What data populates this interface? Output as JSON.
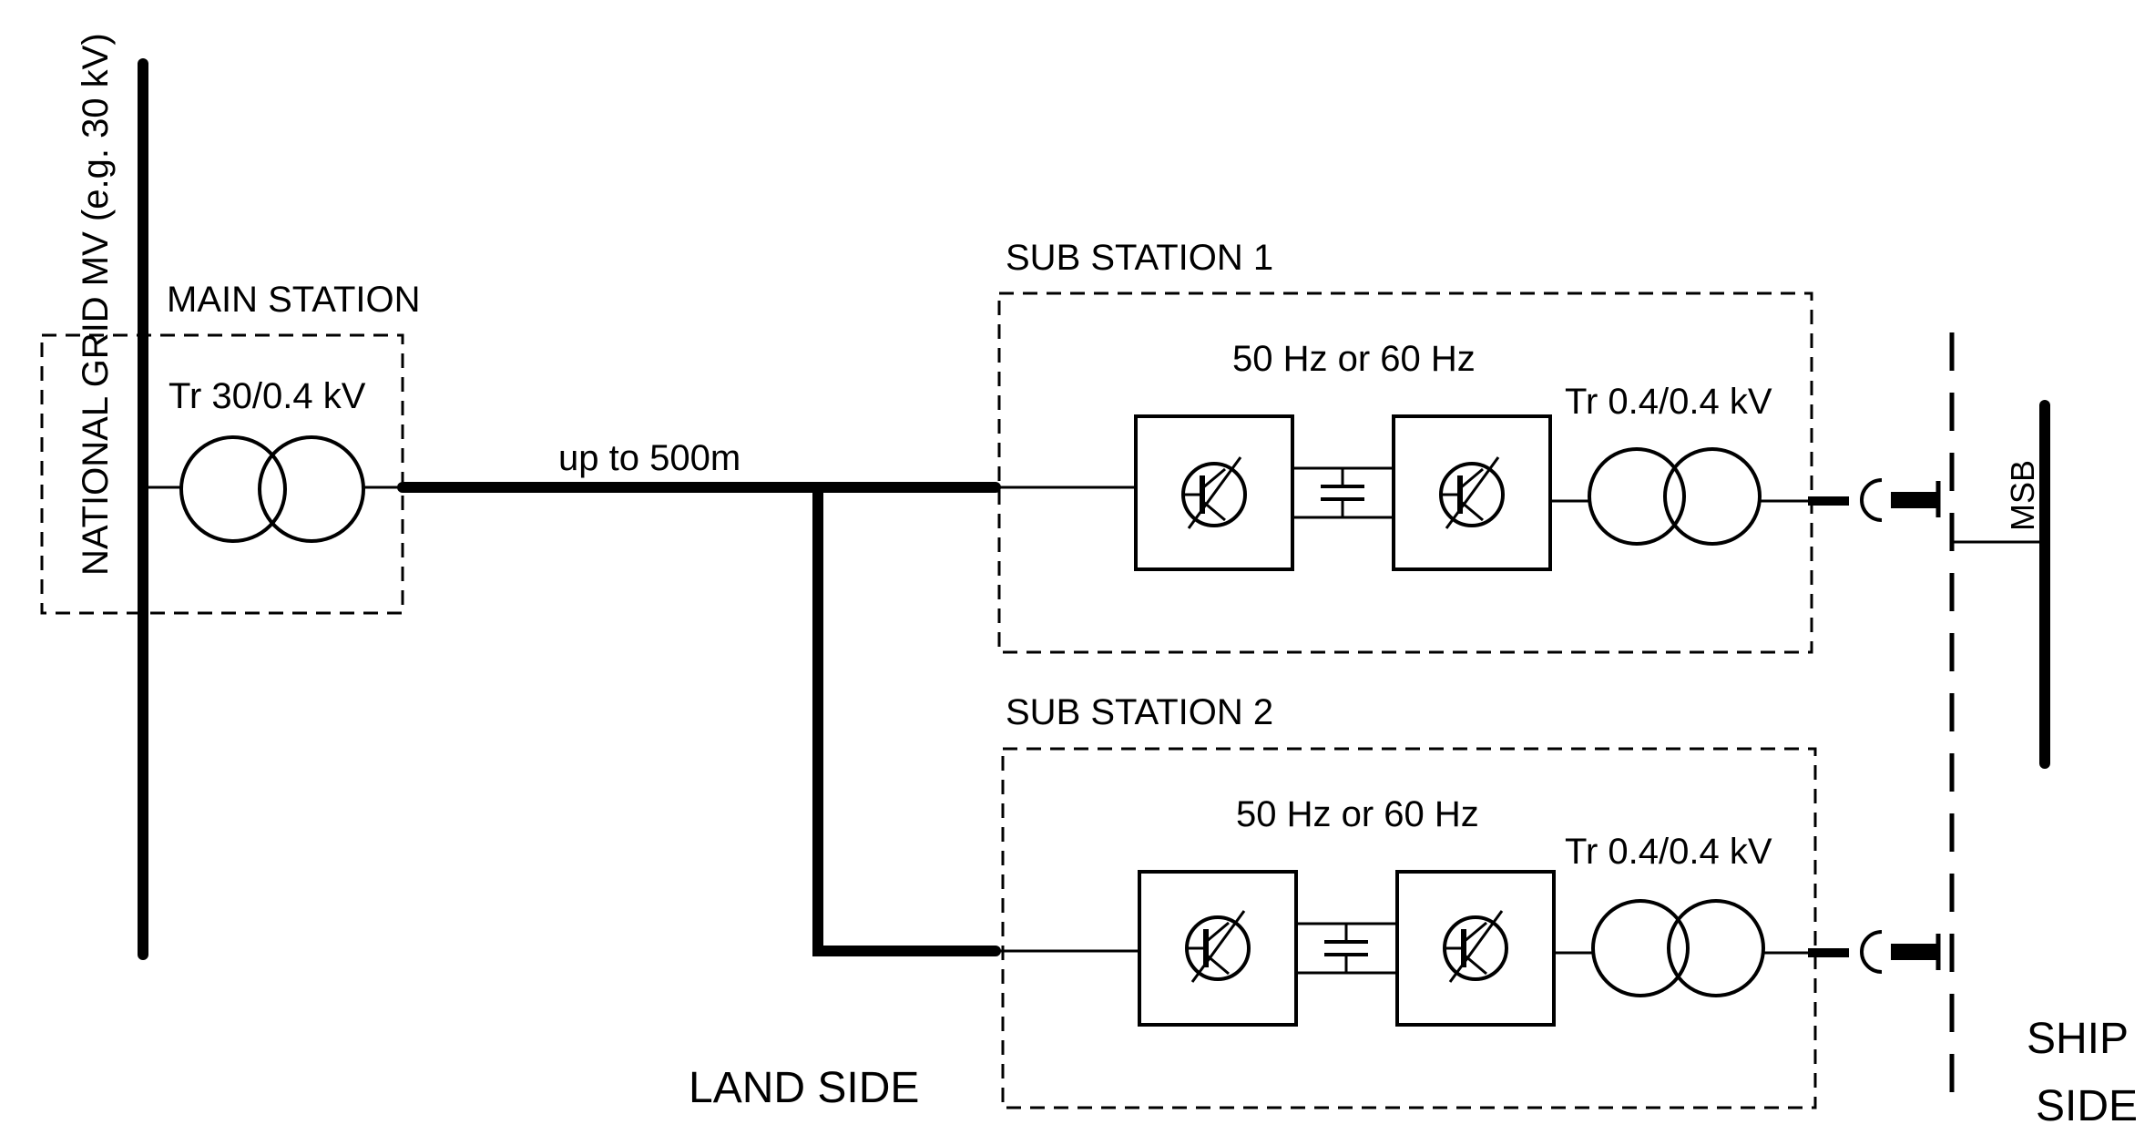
{
  "labels": {
    "grid": "NATIONAL GRID MV (e.g. 30 kV)",
    "main_station": "MAIN STATION",
    "main_transformer": "Tr 30/0.4 kV",
    "cable_length": "up to 500m",
    "land_side": "LAND SIDE",
    "ship_side_line1": "SHIP",
    "ship_side_line2": "SIDE",
    "msb": "MSB"
  },
  "substations": [
    {
      "title": "SUB STATION 1",
      "frequency": "50 Hz or 60 Hz",
      "transformer": "Tr 0.4/0.4 kV"
    },
    {
      "title": "SUB STATION 2",
      "frequency": "50 Hz or 60 Hz",
      "transformer": "Tr 0.4/0.4 kV"
    }
  ]
}
